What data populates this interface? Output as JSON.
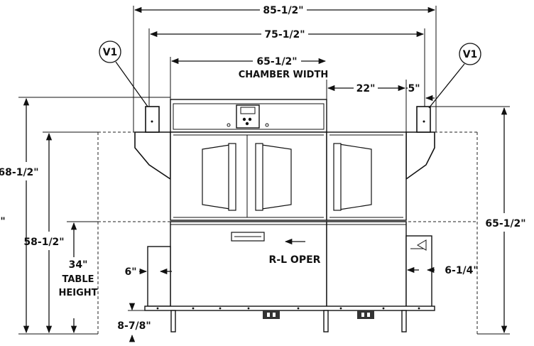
{
  "callouts": {
    "v1_left": "V1",
    "v1_right": "V1"
  },
  "dimensions": {
    "overall_width": "85-1/2\"",
    "width_75": "75-1/2\"",
    "chamber_width_value": "65-1/2\"",
    "chamber_width_label": "CHAMBER WIDTH",
    "section_22": "22\"",
    "offset_5": "5\"",
    "height_68": "68-1/2\"",
    "height_58": "58-1/2\"",
    "table_height_value": "34\"",
    "table_height_label_1": "TABLE",
    "table_height_label_2": "HEIGHT",
    "height_65": "65-1/2\"",
    "clip_left": "\"",
    "left_6": "6\"",
    "right_6": "6-1/4\"",
    "leg_8": "8-7/8\""
  },
  "machine": {
    "operation_label": "R-L OPER",
    "direction_arrow": "←"
  }
}
